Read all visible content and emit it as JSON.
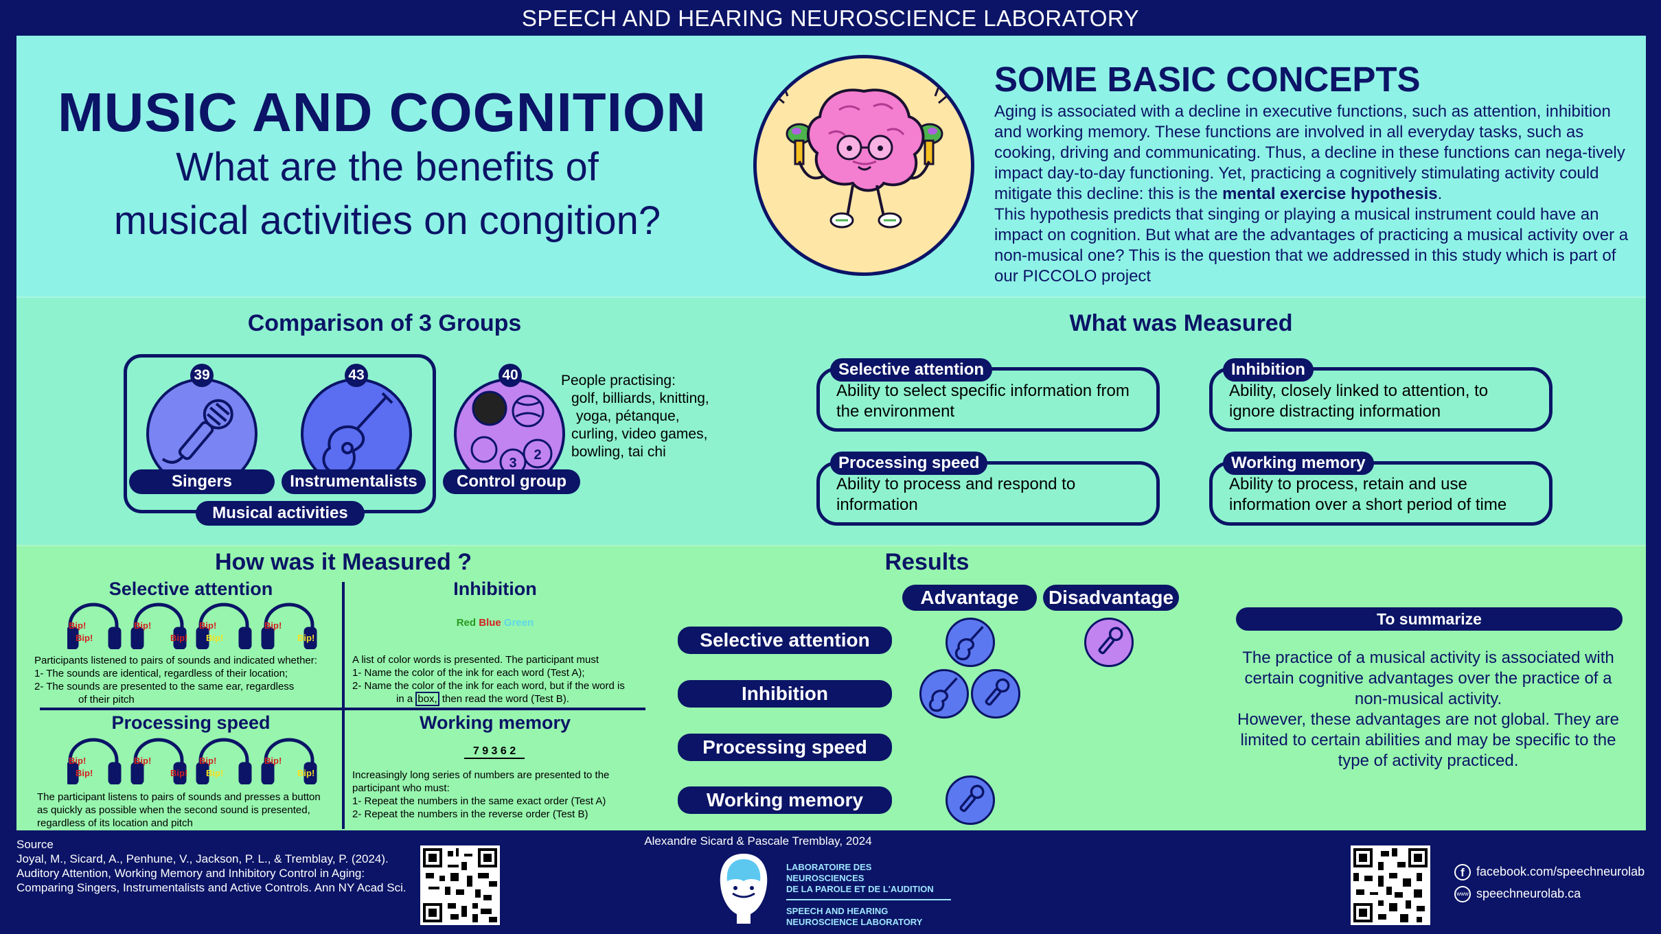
{
  "header": {
    "lab_name": "SPEECH AND HEARING NEUROSCIENCE LABORATORY"
  },
  "hero": {
    "title": "MUSIC AND COGNITION",
    "subtitle_line1": "What are the benefits of",
    "subtitle_line2": "musical activities on congition?"
  },
  "concepts": {
    "title": "SOME BASIC CONCEPTS",
    "p1a": "Aging is associated with a decline in executive functions, such as attention, inhibition and working memory. These functions are involved in all everyday tasks, such as cooking, driving and communicating. Thus, a decline in these functions can nega-tively impact day-to-day functioning. Yet, practicing a cognitively stimulating activity could mitigate this decline: this is the ",
    "p1b": "mental exercise hypothesis",
    "p1c": ".",
    "p2": "This hypothesis predicts that singing or playing a musical instrument could have an impact on cognition. But what are the advantages of practicing a musical activity over a non-musical one? This is the question that we addressed in this study which is part of our PICCOLO project"
  },
  "groups": {
    "title": "Comparison of 3 Groups",
    "singers": {
      "count": "39",
      "label": "Singers"
    },
    "instrumentalists": {
      "count": "43",
      "label": "Instrumentalists"
    },
    "control": {
      "count": "40",
      "label": "Control group"
    },
    "musical_label": "Musical activities",
    "control_desc_title": "People practising:",
    "control_desc_lines": [
      "golf, billiards, knitting,",
      "yoga, pétanque,",
      "curling, video games,",
      "bowling, tai chi"
    ],
    "ball_numbers": [
      "3",
      "2"
    ]
  },
  "measured": {
    "title": "What was Measured",
    "cards": [
      {
        "label": "Selective attention",
        "desc": "Ability to select specific information from the environment"
      },
      {
        "label": "Inhibition",
        "desc": "Ability, closely linked to attention, to ignore distracting information"
      },
      {
        "label": "Processing speed",
        "desc": "Ability to process and respond to information"
      },
      {
        "label": "Working memory",
        "desc": "Ability to process, retain and use information over a short period of time"
      }
    ]
  },
  "how": {
    "title": "How was it Measured ?",
    "selective": {
      "title": "Selective attention",
      "beep_words": [
        "Bip!",
        "Bip!",
        "Bip!",
        "Bip!",
        "Bip!",
        "Bip!",
        "Bip!",
        "Bip!"
      ],
      "lines": [
        "Participants listened to pairs of sounds and indicated whether:",
        "1- The sounds are identical, regardless of their location;",
        "2- The sounds are presented to the same ear, regardless",
        "of their pitch"
      ]
    },
    "inhibition": {
      "title": "Inhibition",
      "word_red": "Red",
      "word_blue": "Blue",
      "word_green": "Green",
      "line1": "A list of color words is presented. The participant must",
      "line2": "1- Name the color of the ink for each word (Test A);",
      "line3": "2- Name the color of the ink for each word, but if the word is",
      "line4a": "in a ",
      "line4b": "box,",
      "line4c": " then read the word (Test B)."
    },
    "speed": {
      "title": "Processing speed",
      "beep_words": [
        "Bip!",
        "Bip!",
        "Bip!",
        "Bip!",
        "Bip!",
        "Bip!",
        "Bip!",
        "Bip!"
      ],
      "lines": [
        "The participant listens to pairs of sounds and presses a button",
        "as quickly as possible when the second sound is presented,",
        "regardless of its location and pitch"
      ]
    },
    "memory": {
      "title": "Working memory",
      "numbers": "7 9 3 6 2",
      "lines": [
        "Increasingly long series of numbers are presented to the",
        "participant who must:",
        "1- Repeat the numbers in the same exact order (Test A)",
        "2- Repeat the numbers in the reverse order (Test B)"
      ]
    }
  },
  "results": {
    "title": "Results",
    "advantage": "Advantage",
    "disadvantage": "Disadvantage",
    "rows": [
      "Selective attention",
      "Inhibition",
      "Processing speed",
      "Working memory"
    ]
  },
  "summary": {
    "title": "To summarize",
    "p1": "The practice of a musical activity is associated with certain cognitive advantages over the practice of a non-musical activity.",
    "p2": "However, these advantages are not global. They are limited to certain abilities and may be specific to the type of activity practiced."
  },
  "footer": {
    "source_label": "Source",
    "source_text": "Joyal, M., Sicard, A., Penhune, V., Jackson, P. L., & Tremblay, P. (2024). Auditory Attention, Working Memory and Inhibitory Control in Aging: Comparing Singers, Instrumentalists and Active Controls. Ann NY Acad Sci.",
    "authors": "Alexandre Sicard & Pascale Tremblay, 2024",
    "logo_fr_a": "LABORATOIRE DES NEUROSCIENCES",
    "logo_fr_b": "DE LA PAROLE ET DE L'AUDITION",
    "logo_en_a": "SPEECH AND HEARING",
    "logo_en_b": "NEUROSCIENCE LABORATORY",
    "facebook": "facebook.com/speechneurolab",
    "website": "speechneurolab.ca",
    "www": "www"
  },
  "colors": {
    "navy": "#0b1466",
    "teal": "#8ff2e6",
    "mint": "#8ef2cf",
    "green": "#97f5ae",
    "blue_circle": "#5b78f0",
    "violet_circle": "#c183f0"
  }
}
